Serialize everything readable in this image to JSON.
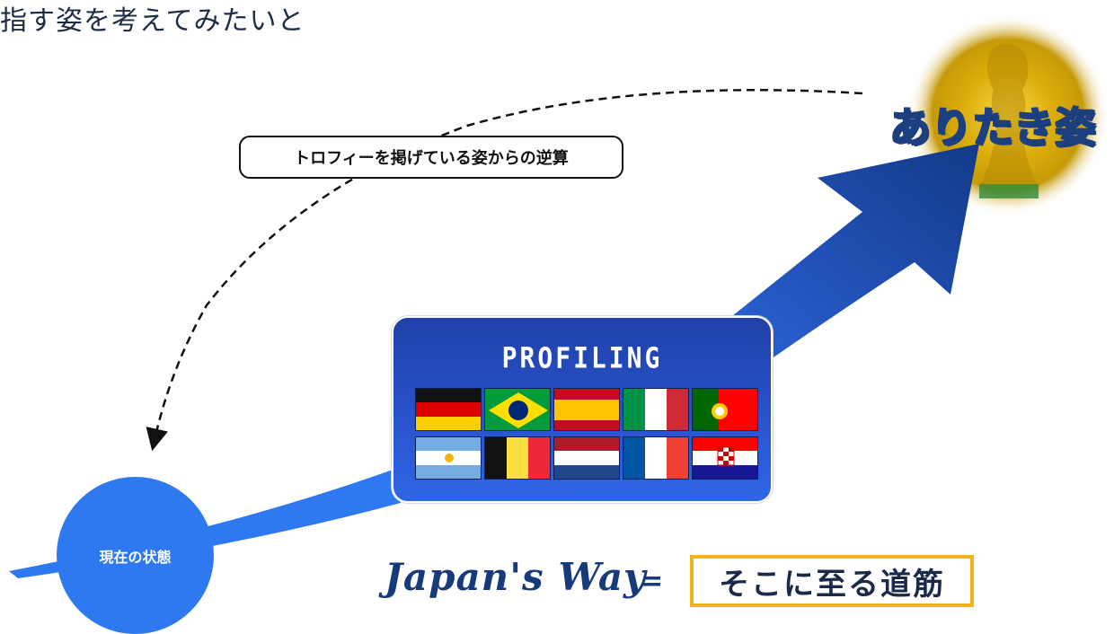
{
  "header_text": "指す姿を考えてみたいと",
  "callout_text": "トロフィーを掲げている姿からの逆算",
  "goal_label": "ありたき姿",
  "current_label": "現在の状態",
  "profiling": {
    "title": "PROFILING",
    "flags": [
      "germany-flag",
      "brazil-flag",
      "spain-flag",
      "italy-flag",
      "portugal-flag",
      "argentina-flag",
      "belgium-flag",
      "netherlands-flag",
      "france-flag",
      "croatia-flag"
    ]
  },
  "equation": {
    "lhs": "Japan's Way",
    "op": "=",
    "rhs": "そこに至る道筋"
  },
  "colors": {
    "arrow_dark": "#163e8c",
    "current_blue": "#2e78f0",
    "highlight_border": "#f2b21c",
    "trophy_glow": "#e0b100"
  }
}
